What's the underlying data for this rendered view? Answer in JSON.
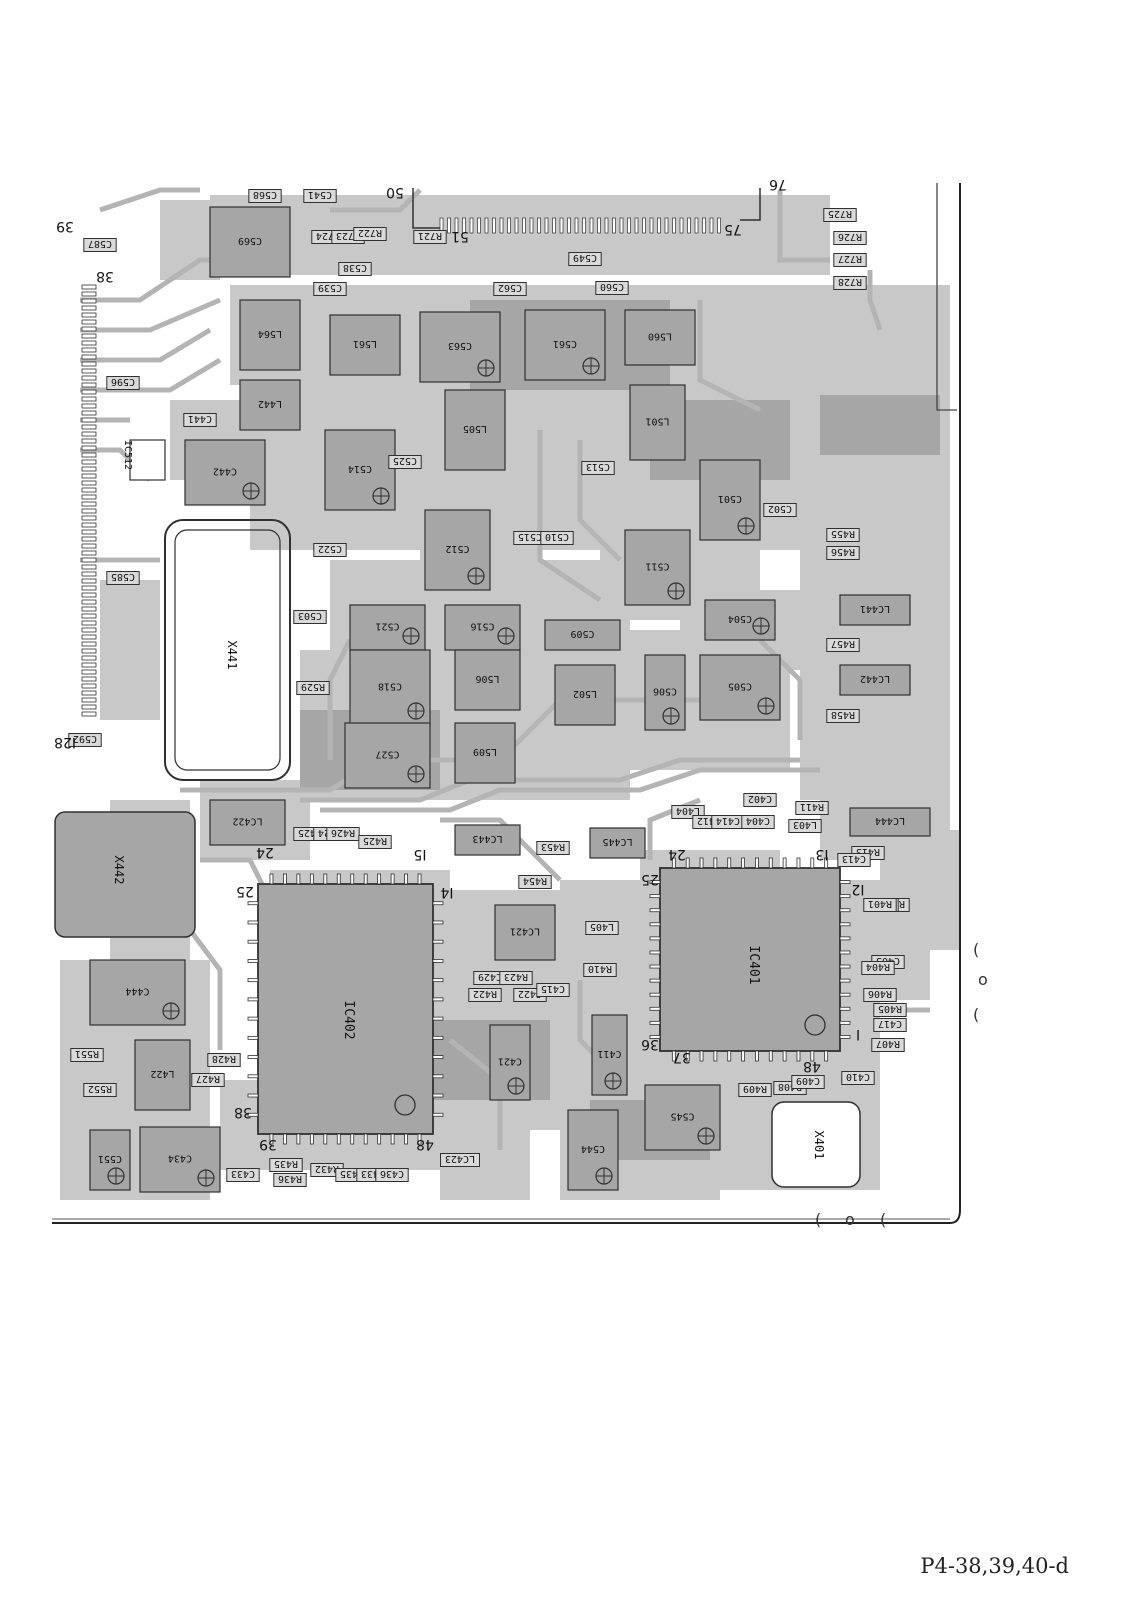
{
  "page": {
    "footer_label": "P4-38,39,40-d"
  },
  "colors": {
    "copper": "#c8c8c8",
    "copper_dark": "#a6a6a6",
    "trace": "#b4b4b4",
    "outline": "#303030",
    "label_fill": "#d9d9d9"
  },
  "boxed_labels": [
    "C568",
    "C541",
    "R724",
    "R723",
    "R722",
    "R721",
    "C538",
    "C539",
    "C549",
    "C562",
    "C560",
    "R725",
    "R726",
    "R727",
    "R728",
    "C587",
    "C596",
    "C441",
    "C525",
    "C513",
    "C502",
    "C515",
    "C510",
    "C522",
    "C585",
    "C503",
    "R529",
    "C592",
    "R455",
    "R456",
    "R457",
    "R458",
    "LC441",
    "LC442",
    "C509",
    "C506",
    "LC422",
    "C425",
    "C424",
    "R426",
    "R425",
    "LC443",
    "R453",
    "LC445",
    "L404",
    "R412",
    "C414",
    "C404",
    "C402",
    "L403",
    "R411",
    "LC444",
    "R413",
    "C413",
    "R454",
    "R403",
    "R402",
    "R401",
    "L405",
    "R410",
    "C405",
    "R404",
    "R406",
    "R405",
    "C417",
    "R407",
    "C429",
    "R423",
    "C422",
    "R422",
    "C415",
    "R428",
    "R427",
    "R551",
    "R552",
    "C433",
    "R436",
    "R435",
    "R432",
    "C435",
    "R433",
    "C436",
    "R409",
    "R408",
    "C409",
    "C410",
    "LC423"
  ],
  "part_labels": [
    "C569",
    "L564",
    "L561",
    "C563",
    "C561",
    "L560",
    "L442",
    "L505",
    "L501",
    "C442",
    "C514",
    "C512",
    "C501",
    "X441",
    "C521",
    "C516",
    "C511",
    "C504",
    "C518",
    "L506",
    "L502",
    "C505",
    "C527",
    "L509",
    "IC402",
    "IC401",
    "LC421",
    "C421",
    "C411",
    "C444",
    "L422",
    "C545",
    "C544",
    "C551",
    "C434",
    "X401",
    "X442",
    "IC512"
  ],
  "pin_numbers": [
    "39",
    "38",
    "50",
    "76",
    "75",
    "51",
    "I28",
    "24",
    "I5",
    "25",
    "I4",
    "38",
    "39",
    "48",
    "24",
    "I3",
    "25",
    "I2",
    "36",
    "37",
    "48",
    "I"
  ]
}
